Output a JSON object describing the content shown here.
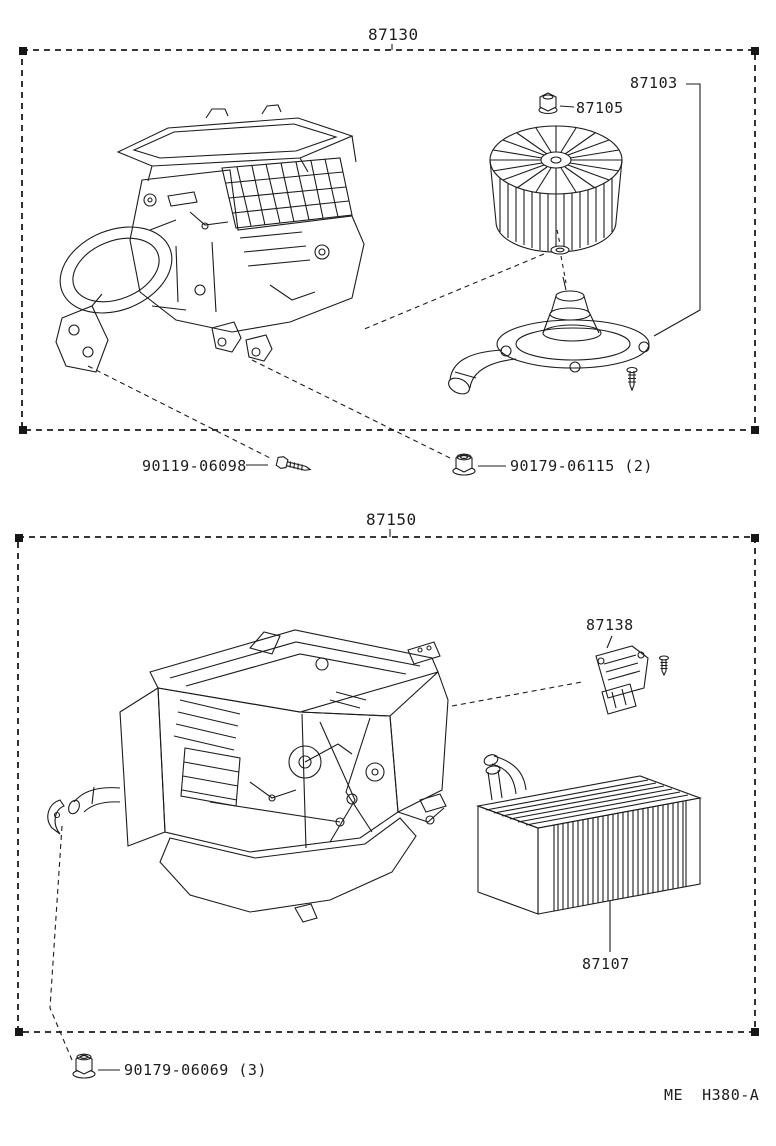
{
  "diagram": {
    "top_section": {
      "title": "87130",
      "parts": {
        "blower_motor_assembly": "87103",
        "blower_fan_nut": "87105"
      },
      "fasteners": {
        "screw": "90119-06098",
        "nut": "90179-06115 (2)"
      }
    },
    "bottom_section": {
      "title": "87150",
      "parts": {
        "blower_resistor": "87138",
        "heater_core": "87107"
      },
      "fasteners": {
        "nut": "90179-06069 (3)"
      }
    },
    "footer": {
      "drawing_code": "ME  H380-A"
    },
    "colors": {
      "line": "#1c1c1c",
      "background": "#ffffff"
    }
  }
}
